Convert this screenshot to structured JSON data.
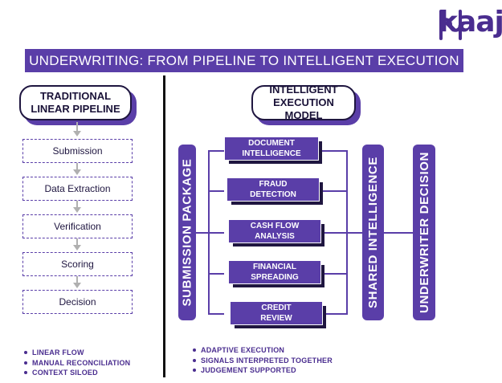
{
  "brand": {
    "logo_text": "kaaj",
    "accent": "#5a3ea8",
    "dark": "#1f1640"
  },
  "title": "UNDERWRITING: FROM PIPELINE TO INTELLIGENT EXECUTION",
  "traditional": {
    "header_line1": "TRADITIONAL",
    "header_line2": "LINEAR PIPELINE",
    "steps": [
      "Submission",
      "Data Extraction",
      "Verification",
      "Scoring",
      "Decision"
    ],
    "bullets": [
      "LINEAR FLOW",
      "MANUAL RECONCILIATION",
      "CONTEXT SILOED"
    ]
  },
  "intelligent": {
    "header_line1": "INTELLIGENT",
    "header_line2": "EXECUTION MODEL",
    "input_bar": "SUBMISSION PACKAGE",
    "modules": [
      {
        "line1": "DOCUMENT",
        "line2": "INTELLIGENCE"
      },
      {
        "line1": "FRAUD",
        "line2": "DETECTION"
      },
      {
        "line1": "CASH FLOW",
        "line2": "ANALYSIS"
      },
      {
        "line1": "FINANCIAL",
        "line2": "SPREADING"
      },
      {
        "line1": "CREDIT",
        "line2": "REVIEW"
      }
    ],
    "shared_bar": "SHARED INTELLIGENCE",
    "output_bar": "UNDERWRITER DECISION",
    "bullets": [
      "ADAPTIVE EXECUTION",
      "SIGNALS INTERPRETED TOGETHER",
      "JUDGEMENT SUPPORTED"
    ]
  }
}
